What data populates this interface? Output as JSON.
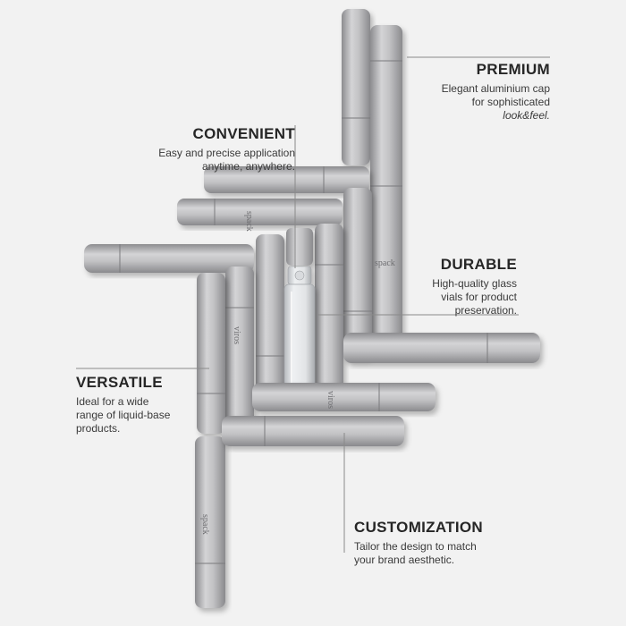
{
  "features": {
    "premium": {
      "title": "PREMIUM",
      "line1": "Elegant aluminium cap",
      "line2": "for sophisticated",
      "line3": "look&feel."
    },
    "convenient": {
      "title": "CONVENIENT",
      "line1": "Easy and precise application",
      "line2": "anytime, anywhere."
    },
    "durable": {
      "title": "DURABLE",
      "line1": "High-quality glass",
      "line2": "vials for product",
      "line3": "preservation."
    },
    "versatile": {
      "title": "VERSATILE",
      "line1": "Ideal for a wide",
      "line2": "range of liquid-base",
      "line3": "products."
    },
    "customization": {
      "title": "CUSTOMIZATION",
      "line1": "Tailor the design to match",
      "line2": "your brand aesthetic."
    }
  },
  "brand_marks": [
    "spack",
    "viros",
    "spack",
    "viros",
    "spack"
  ],
  "colors": {
    "background": "#f2f2f2",
    "tube_light": "#c9c9cb",
    "tube_dark": "#8e8e91",
    "text": "#262626",
    "leader": "#8a8a8a"
  }
}
